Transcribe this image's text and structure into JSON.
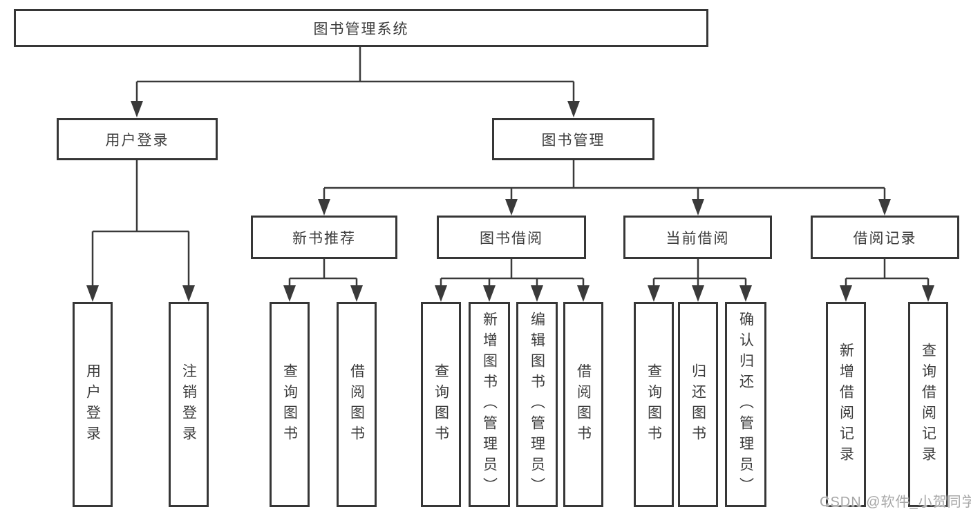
{
  "diagram": {
    "root": "图书管理系统",
    "level2": [
      "用户登录",
      "图书管理"
    ],
    "level3": [
      "新书推荐",
      "图书借阅",
      "当前借阅",
      "借阅记录"
    ],
    "leaves": {
      "user_login": [
        "用户登录",
        "注销登录"
      ],
      "new_book_recommend": [
        "查询图书",
        "借阅图书"
      ],
      "book_borrow": [
        "查询图书",
        "新增图书（管理员）",
        "编辑图书（管理员）",
        "借阅图书"
      ],
      "current_borrow": [
        "查询图书",
        "归还图书",
        "确认归还（管理员）"
      ],
      "borrow_record": [
        "新增借阅记录",
        "查询借阅记录"
      ]
    }
  },
  "watermark": "CSDN @软件_小贺同学",
  "colors": {
    "line": "#3a3a3a",
    "border": "#363636",
    "text": "#3c3c3c",
    "watermark": "#a6a6a6",
    "background": "#ffffff"
  }
}
